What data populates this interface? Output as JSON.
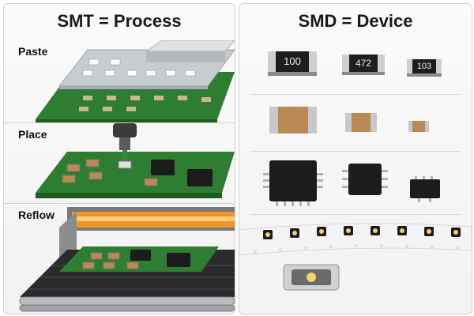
{
  "left_panel": {
    "title": "SMT = Process",
    "steps": [
      {
        "label": "Paste"
      },
      {
        "label": "Place"
      },
      {
        "label": "Reflow"
      }
    ]
  },
  "right_panel": {
    "title": "SMD = Device",
    "resistor_codes": [
      "100",
      "472",
      "103"
    ]
  },
  "colors": {
    "pcb_green": "#2e7d32",
    "stencil_silver": "#c8ccd0",
    "capacitor_tan": "#b98a55",
    "ic_black": "#1c1c1c",
    "reflow_glow": "#ff9a1f"
  }
}
